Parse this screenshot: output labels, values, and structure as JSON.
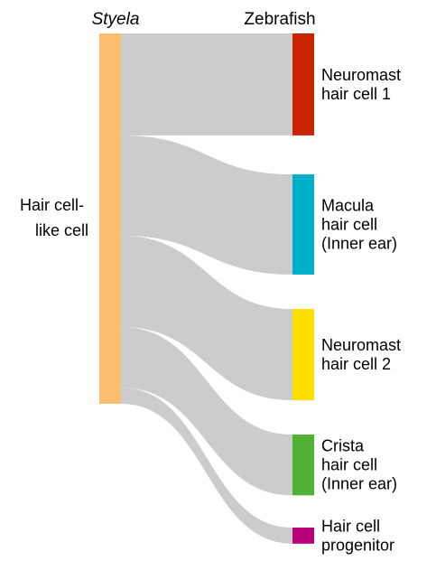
{
  "headers": {
    "left": "Styela",
    "right": "Zebrafish"
  },
  "source": {
    "label_lines": [
      "Hair cell-",
      "like cell"
    ],
    "color": "#fdbf6f"
  },
  "link_color": "#cccccc",
  "targets": [
    {
      "label_lines": [
        "Neuromast",
        "hair cell 1"
      ],
      "color": "#cb2400",
      "size": 114
    },
    {
      "label_lines": [
        "Macula",
        "hair cell",
        "(Inner ear)"
      ],
      "color": "#00b0c8",
      "size": 112
    },
    {
      "label_lines": [
        "Neuromast",
        "hair cell 2"
      ],
      "color": "#ffdf00",
      "size": 102
    },
    {
      "label_lines": [
        "Crista",
        "hair cell",
        "(Inner ear)"
      ],
      "color": "#52b035",
      "size": 68
    },
    {
      "label_lines": [
        "Hair cell",
        "progenitor"
      ],
      "color": "#b8007a",
      "size": 18
    }
  ]
}
